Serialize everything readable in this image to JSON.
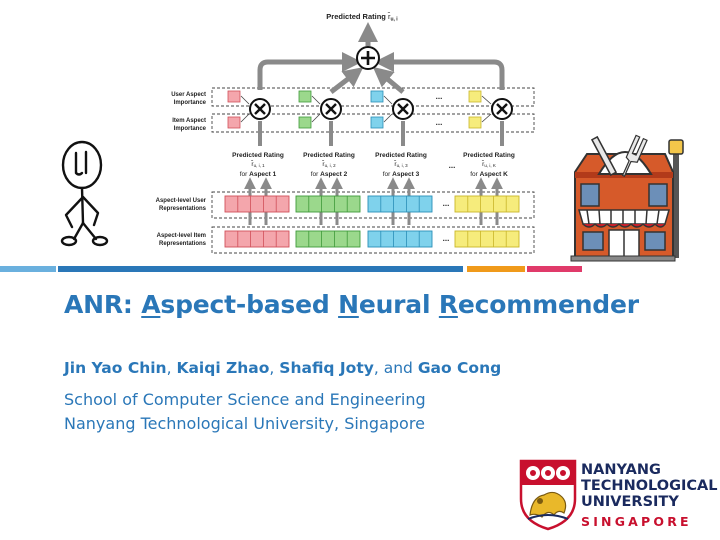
{
  "diagram": {
    "top_label": "Predicted Rating",
    "top_symbol": "r̂",
    "top_sub": "u, i",
    "row_labels": {
      "user_importance": [
        "User Aspect",
        "Importance"
      ],
      "item_importance": [
        "Item Aspect",
        "Importance"
      ],
      "user_repr": [
        "Aspect-level User",
        "Representations"
      ],
      "item_repr": [
        "Aspect-level Item",
        "Representations"
      ]
    },
    "ellipsis": "...",
    "aspects": [
      {
        "pred": "Predicted Rating",
        "sym": "r̂",
        "sub": "u, i, 1",
        "for": "for",
        "name": "Aspect 1",
        "color": "#f4a6ac",
        "stroke": "#d0505a"
      },
      {
        "pred": "Predicted Rating",
        "sym": "r̂",
        "sub": "u, i, 2",
        "for": "for",
        "name": "Aspect 2",
        "color": "#9bd88c",
        "stroke": "#3f9a3a"
      },
      {
        "pred": "Predicted Rating",
        "sym": "r̂",
        "sub": "u, i, 3",
        "for": "for",
        "name": "Aspect 3",
        "color": "#7fd2ec",
        "stroke": "#2a8fb8"
      },
      {
        "pred": "Predicted Rating",
        "sym": "r̂",
        "sub": "u, i, K",
        "for": "for",
        "name": "Aspect K",
        "color": "#f6ec7c",
        "stroke": "#c9b62a"
      }
    ]
  },
  "divider_colors": [
    "#6ab0de",
    "#2a77b8",
    "#f09a1a",
    "#e03a6a"
  ],
  "slide": {
    "title_parts": [
      {
        "text": "ANR: ",
        "u": false
      },
      {
        "text": "A",
        "u": true
      },
      {
        "text": "spect-based ",
        "u": false
      },
      {
        "text": "N",
        "u": true
      },
      {
        "text": "eural ",
        "u": false
      },
      {
        "text": "R",
        "u": true
      },
      {
        "text": "ecommender",
        "u": false
      }
    ],
    "authors": [
      {
        "name": "Jin Yao Chin",
        "sep": ", "
      },
      {
        "name": "Kaiqi Zhao",
        "sep": ", "
      },
      {
        "name": "Shafiq Joty",
        "sep": ", and "
      },
      {
        "name": "Gao Cong",
        "sep": ""
      }
    ],
    "affiliation": [
      "School of Computer Science and Engineering",
      "Nanyang Technological University, Singapore"
    ],
    "accent_color": "#2a77b8"
  },
  "logo": {
    "lines": [
      "NANYANG",
      "TECHNOLOGICAL",
      "UNIVERSITY"
    ],
    "country": "SINGAPORE"
  }
}
